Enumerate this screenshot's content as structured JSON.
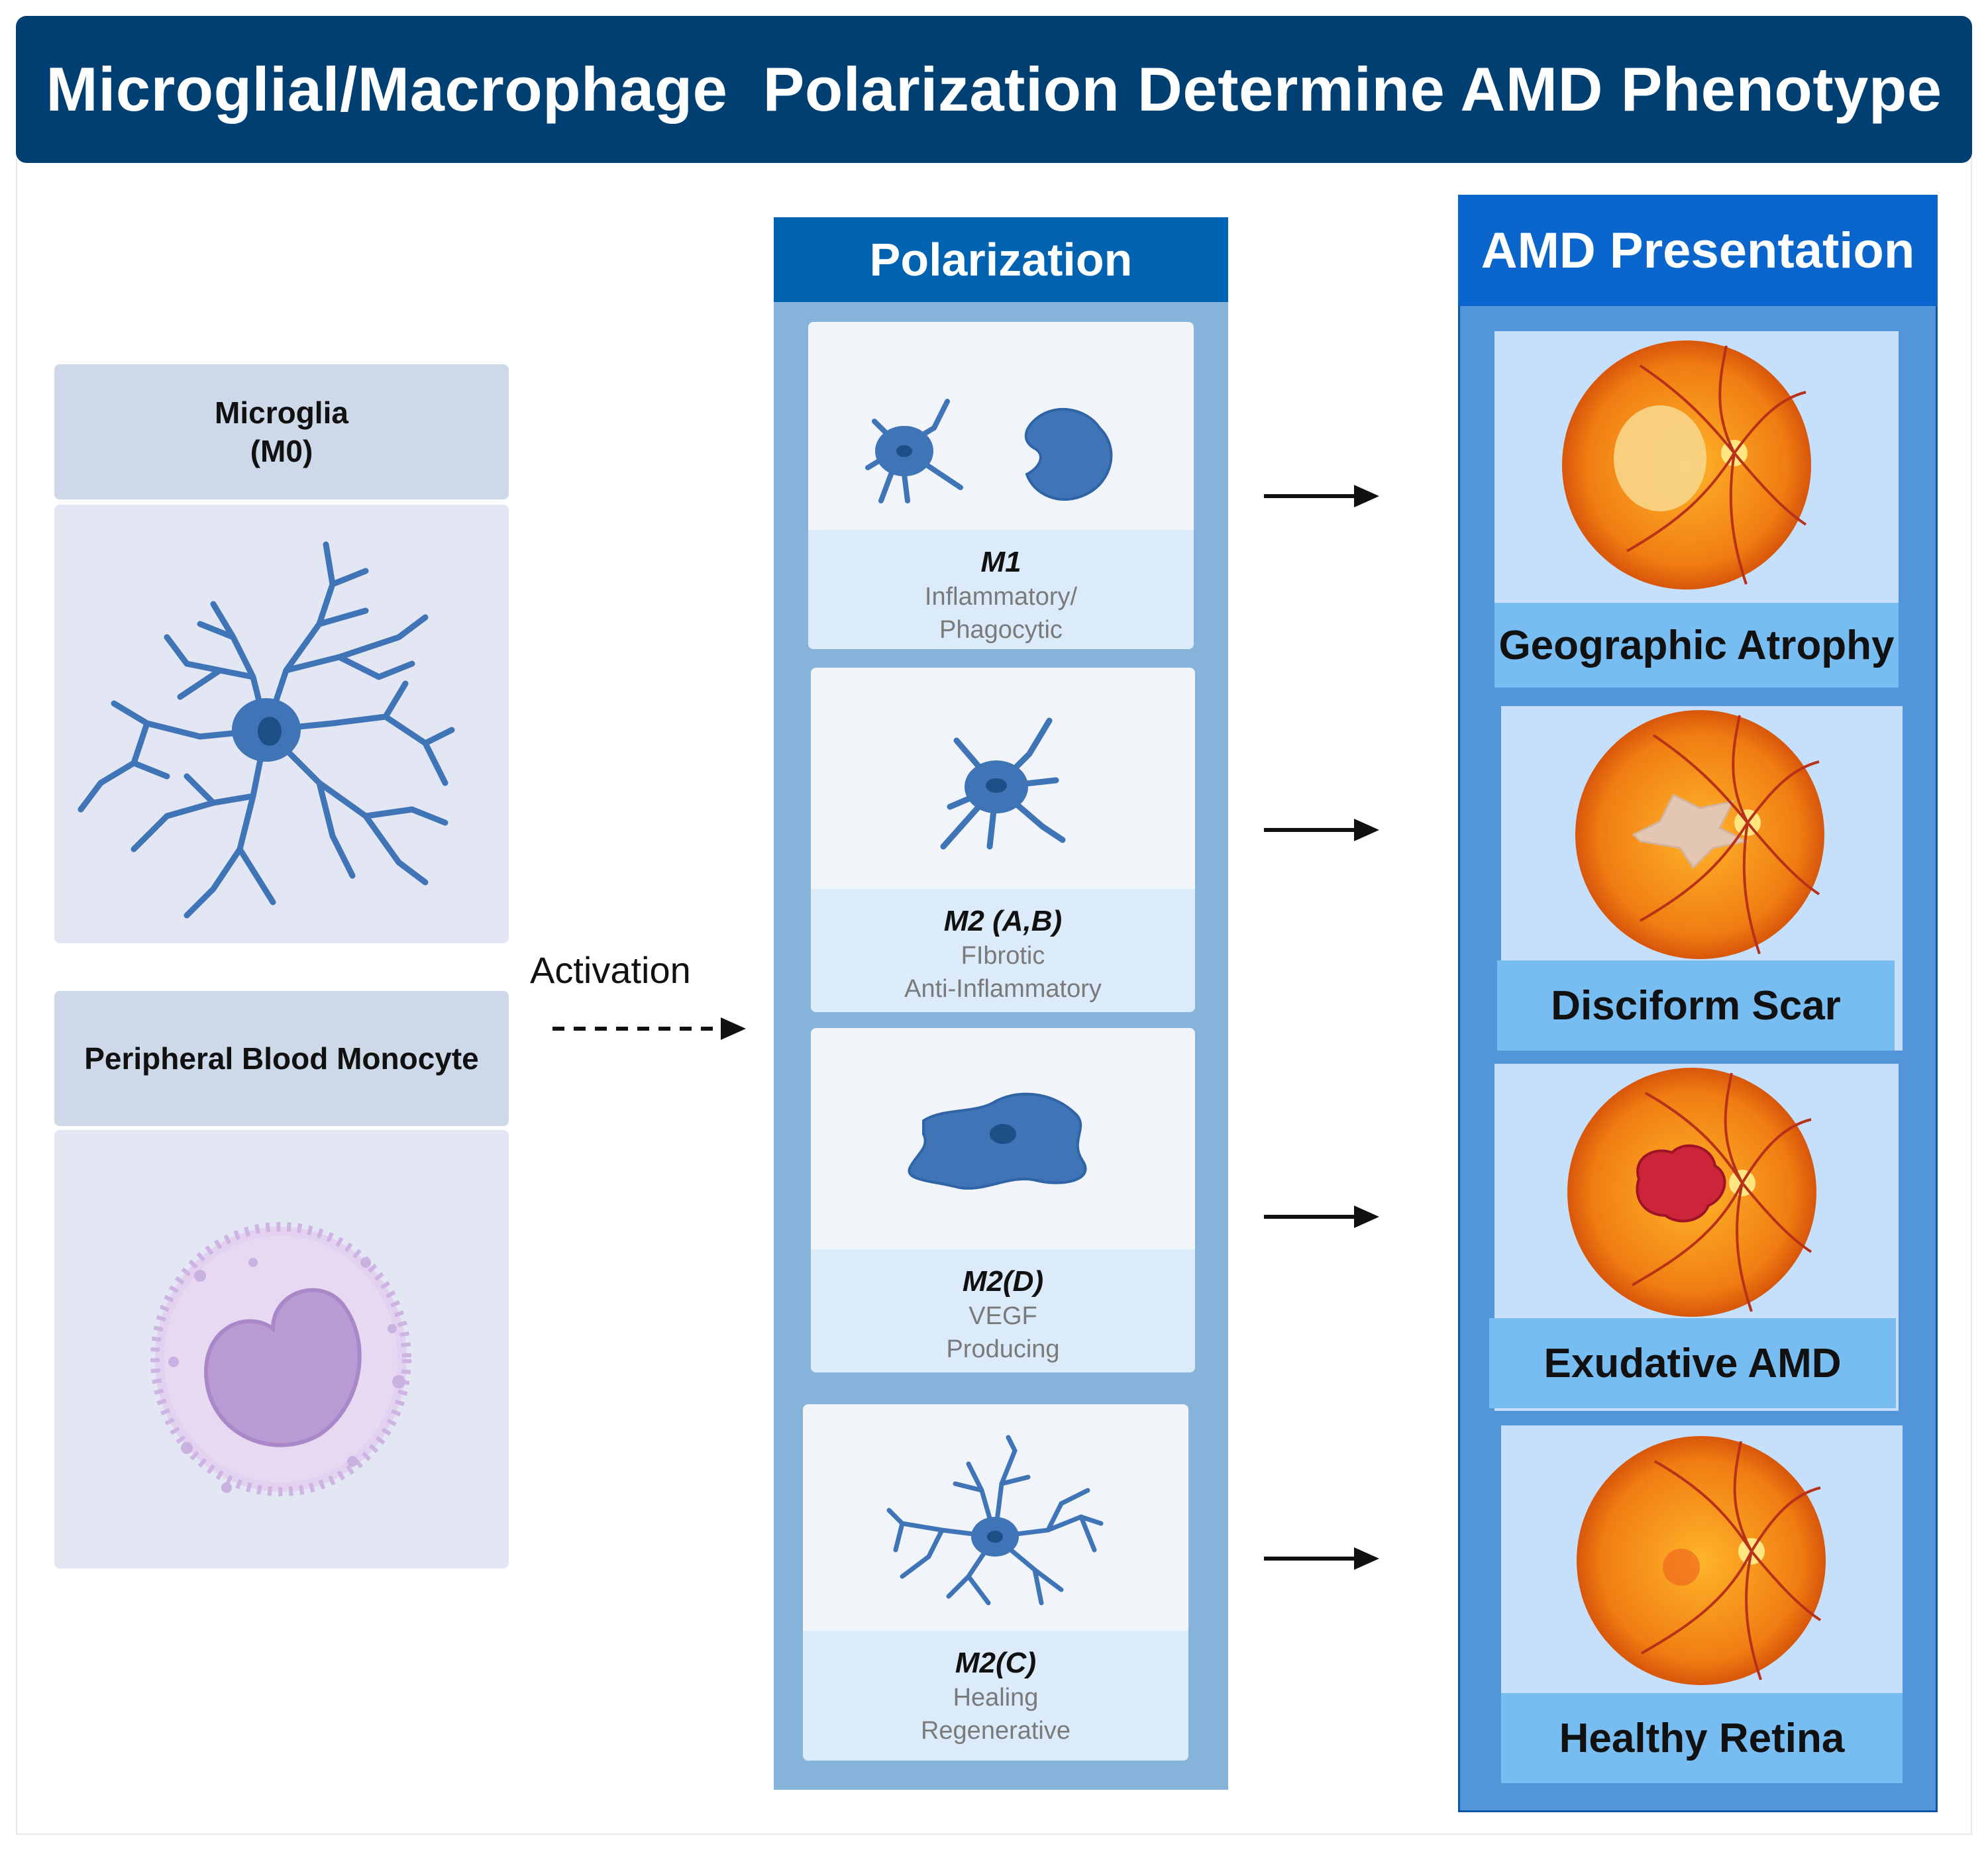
{
  "title": "Microglial/Macrophage  Polarization Determine AMD Phenotype",
  "sources": [
    {
      "name": "Microglia\n(M0)",
      "icon": "microglia-cell-icon"
    },
    {
      "name": "Peripheral Blood Monocyte",
      "icon": "monocyte-cell-icon"
    }
  ],
  "activation_label": "Activation",
  "polarization": {
    "header": "Polarization",
    "items": [
      {
        "name": "M1",
        "desc1": "Inflammatory/",
        "desc2": "Phagocytic"
      },
      {
        "name": "M2 (A,B)",
        "desc1": "FIbrotic",
        "desc2": "Anti-Inflammatory"
      },
      {
        "name": "M2(D)",
        "desc1": "VEGF",
        "desc2": "Producing"
      },
      {
        "name": "M2(C)",
        "desc1": "Healing",
        "desc2": "Regenerative"
      }
    ]
  },
  "amd": {
    "header": "AMD Presentation",
    "items": [
      {
        "label": "Geographic Atrophy"
      },
      {
        "label": "Disciform Scar"
      },
      {
        "label": "Exudative AMD"
      },
      {
        "label": "Healthy Retina"
      }
    ]
  },
  "colors": {
    "title_bg": "#003f72",
    "polarization_header": "#0063b1",
    "amd_header": "#0a66cc",
    "cell_blue": "#4a80bf",
    "retina_orange": "#f08a1a"
  }
}
